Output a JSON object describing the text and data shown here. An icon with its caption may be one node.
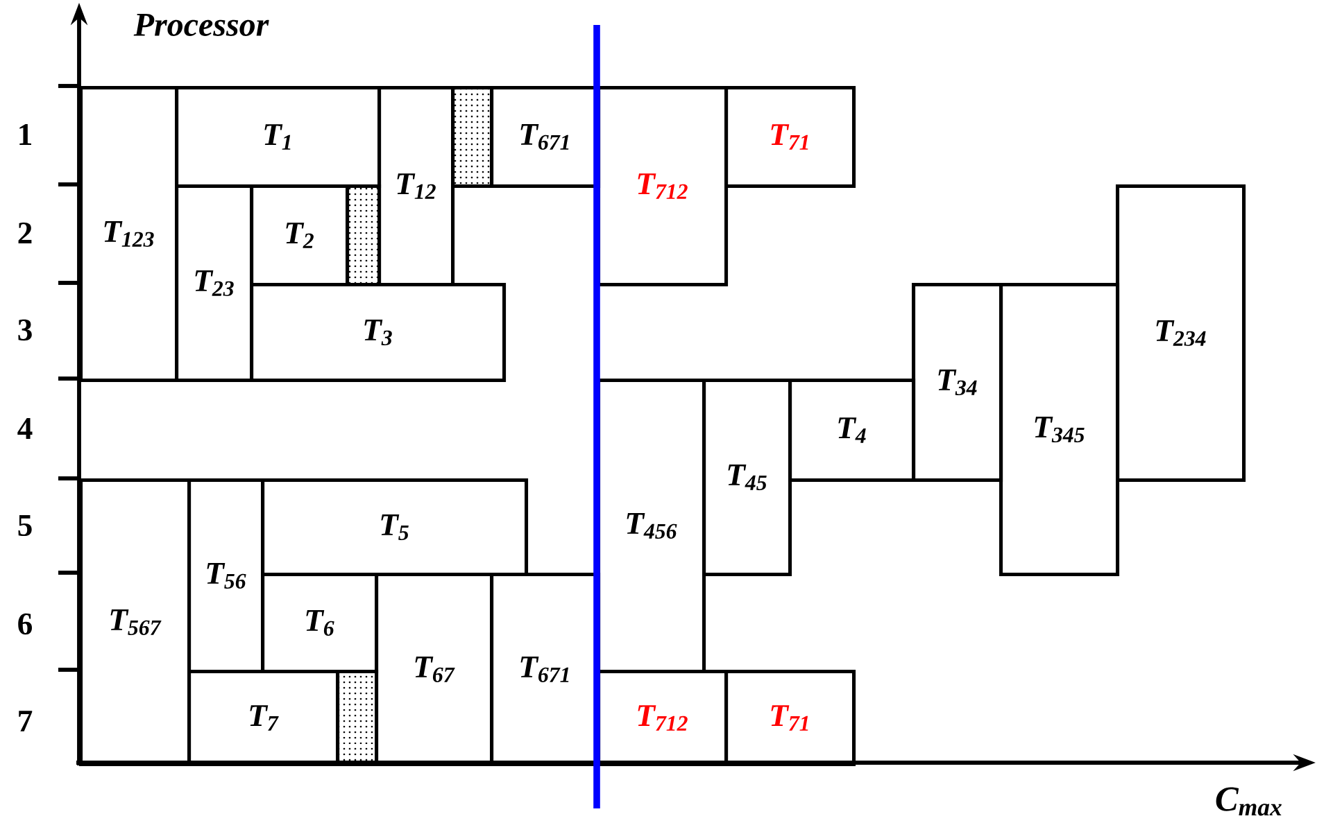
{
  "diagram": {
    "nodes": [
      {
        "text": [
          "T$_{123}$"
        ]
      },
      {
        "text": [
          "T$_{1}$"
        ]
      },
      {
        "text": [
          "T$_{12}$"
        ]
      },
      {
        "text": [],
        "shape": "box"
      },
      {
        "text": [
          "T$_{671}$"
        ]
      },
      {
        "text": [
          "T$_{712}$"
        ]
      },
      {
        "text": [
          "T$_{71}$"
        ]
      },
      {
        "text": [
          "T$_{23}$"
        ]
      },
      {
        "text": [
          "T$_{2}$"
        ]
      },
      {
        "text": [],
        "shape": "box"
      },
      {
        "text": [
          "T$_{234}$"
        ]
      },
      {
        "text": [
          "T$_{3}$"
        ]
      },
      {
        "text": [
          "T$_{34}$"
        ]
      },
      {
        "text": [
          "T$_{345}$"
        ]
      },
      {
        "text": [
          "T$_{456}$"
        ]
      },
      {
        "text": [
          "T$_{45}$"
        ]
      },
      {
        "text": [
          "T$_{4}$"
        ]
      },
      {
        "text": [
          "T$_{567}$"
        ]
      },
      {
        "text": [
          "T$_{56}$"
        ]
      },
      {
        "text": [
          "T$_{5}$"
        ]
      },
      {
        "text": [
          "T$_{6}$"
        ]
      },
      {
        "text": [
          "T$_{67}$"
        ]
      },
      {
        "text": [
          "T$_{671}$"
        ]
      },
      {
        "text": [
          "T$_{7}$"
        ]
      },
      {
        "text": [],
        "shape": "box"
      },
      {
        "text": [
          "T$_{712}$"
        ]
      },
      {
        "text": [
          "T$_{71}$"
        ]
      }
    ],
    "labels": [
      "Processor",
      "1",
      "2",
      "3",
      "4",
      "5",
      "6",
      "7",
      "C$_{max}$"
    ]
  }
}
